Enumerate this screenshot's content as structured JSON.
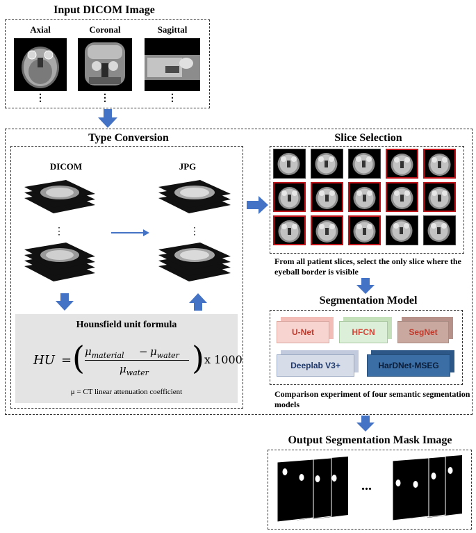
{
  "input": {
    "title": "Input DICOM Image",
    "views": [
      "Axial",
      "Coronal",
      "Sagittal"
    ],
    "ellipsis": "⋮"
  },
  "type_conversion": {
    "title": "Type Conversion",
    "from_label": "DICOM",
    "to_label": "JPG",
    "formula_title": "Hounsfield unit formula",
    "formula": {
      "lhs": "HU",
      "num_a": "μmaterial",
      "num_b": "μwater",
      "den": "μwater",
      "mult": "x 1000"
    },
    "footnote": "μ = CT linear attenuation coefficient"
  },
  "slice_selection": {
    "title": "Slice Selection",
    "grid": [
      [
        false,
        false,
        false,
        true,
        true
      ],
      [
        true,
        true,
        true,
        true,
        true
      ],
      [
        true,
        true,
        true,
        false,
        false
      ]
    ],
    "caption": "From all patient slices, select the only slice where the eyeball border is visible"
  },
  "segmentation": {
    "title": "Segmentation Model",
    "models": [
      "U-Net",
      "HFCN",
      "SegNet",
      "Deeplab V3+",
      "HarDNet-MSEG"
    ],
    "caption": "Comparison experiment of four semantic segmentation models"
  },
  "output": {
    "title": "Output Segmentation Mask Image",
    "ellipsis": "..."
  },
  "colors": {
    "arrow": "#4472c4",
    "selected_border": "#c0141a",
    "unet": "#f8d4d0",
    "hfcn": "#dcefd8",
    "segnet": "#c9a8a0",
    "deeplab": "#d6dce8",
    "hardnet": "#3a6ea5",
    "formula_bg": "#e4e4e4"
  }
}
